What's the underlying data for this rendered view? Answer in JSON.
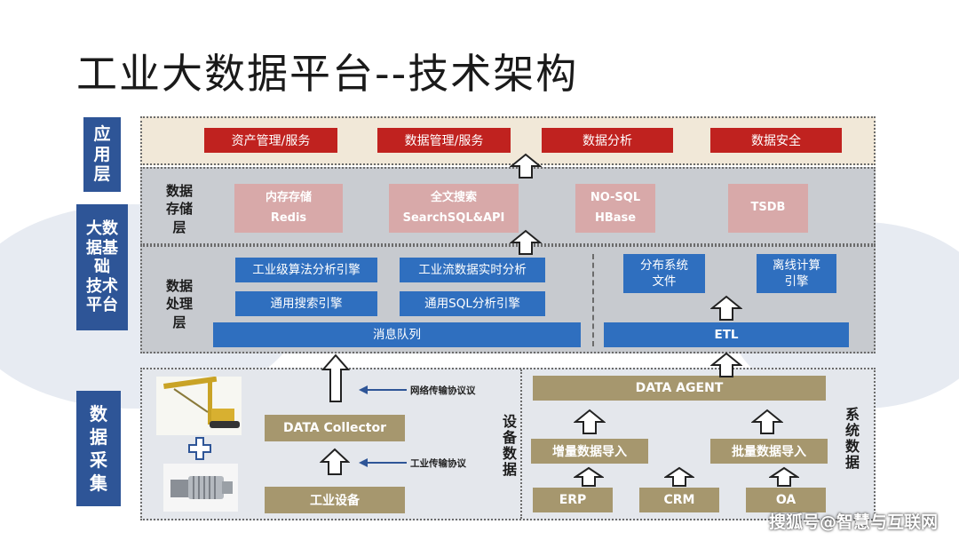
{
  "title": "工业大数据平台--技术架构",
  "side_labels": {
    "app": [
      "应",
      "用",
      "层"
    ],
    "bigdata": [
      "大数",
      "据基",
      "础",
      "技术",
      "平台"
    ],
    "collect": [
      "数",
      "据",
      "采",
      "集"
    ]
  },
  "app_layer": {
    "boxes": [
      "资产管理/服务",
      "数据管理/服务",
      "数据分析",
      "数据安全"
    ]
  },
  "storage_layer": {
    "label": [
      "数据",
      "存储",
      "层"
    ],
    "boxes": [
      {
        "line1": "内存存储",
        "line2": "Redis"
      },
      {
        "line1": "全文搜索",
        "line2": "SearchSQL&API"
      },
      {
        "line1": "NO-SQL",
        "line2": "HBase"
      },
      {
        "line1": "TSDB",
        "line2": ""
      }
    ]
  },
  "processing_layer": {
    "label": [
      "数据",
      "处理",
      "层"
    ],
    "engines": [
      "工业级算法分析引擎",
      "工业流数据实时分析",
      "通用搜索引擎",
      "通用SQL分析引擎"
    ],
    "queue": "消息队列",
    "dist_file": [
      "分布系统",
      "文件"
    ],
    "offline": [
      "离线计算",
      "引擎"
    ],
    "etl": "ETL"
  },
  "collection_layer": {
    "device": {
      "collector": "DATA Collector",
      "equipment": "工业设备",
      "net_protocol": "网络传输协议议",
      "ind_protocol": "工业传输协议",
      "side_text": "设备数据"
    },
    "system": {
      "agent": "DATA AGENT",
      "incremental": "增量数据导入",
      "batch": "批量数据导入",
      "sources": [
        "ERP",
        "CRM",
        "OA"
      ],
      "side_text": "系统数据"
    }
  },
  "watermark": "搜狐号@智慧与互联网",
  "colors": {
    "side_blue": "#2e5597",
    "red": "#c0221f",
    "pink": "#d8a9a9",
    "blue": "#2f6fbf",
    "olive": "#a6976e"
  }
}
